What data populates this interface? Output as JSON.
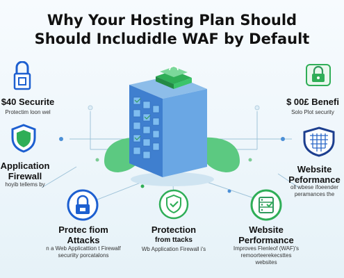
{
  "title": {
    "line1": "Why Your Hosting Plan Should",
    "line2": "Should Includidle WAF by Default"
  },
  "top_left": {
    "heading": "$40 Securite",
    "sub": "Protectim loon wel",
    "icon": "server-lock-icon"
  },
  "mid_left": {
    "heading_1": "Application",
    "heading_2": "Firewall",
    "sub": "hoyib tellems by",
    "icon": "shield-icon"
  },
  "top_right": {
    "heading": "$ 00£ Benefi",
    "sub": "Solo Plot security",
    "icon": "server-padlock-icon"
  },
  "mid_right": {
    "heading_1": "Website",
    "heading_2": "Peformance",
    "sub_1": "oll wbese ifoeender",
    "sub_2": "peramances the",
    "icon": "firewall-shield-icon"
  },
  "bottom_1": {
    "heading_1": "Protec fiom",
    "heading_2": "Attacks",
    "sub_1": "n a Web Applicattion t Firewalf",
    "sub_2": "securiity porcatalons",
    "icon": "padlock-icon"
  },
  "bottom_2": {
    "heading_1": "Protection",
    "heading_2": "from ttacks",
    "sub": "Wb Application Firewall i's",
    "icon": "shield-check-icon"
  },
  "bottom_3": {
    "heading_1": "Website",
    "heading_2": "Performance",
    "sub_1": "Improves Flenleof (WAF)'s",
    "sub_2": "remoorteerekecsttes",
    "sub_3": "websites",
    "icon": "performance-server-icon"
  },
  "colors": {
    "accent_blue": "#1d5fd0",
    "accent_green": "#2fae57",
    "server_blue": "#5b98dc",
    "leaf_green": "#5cc981"
  }
}
